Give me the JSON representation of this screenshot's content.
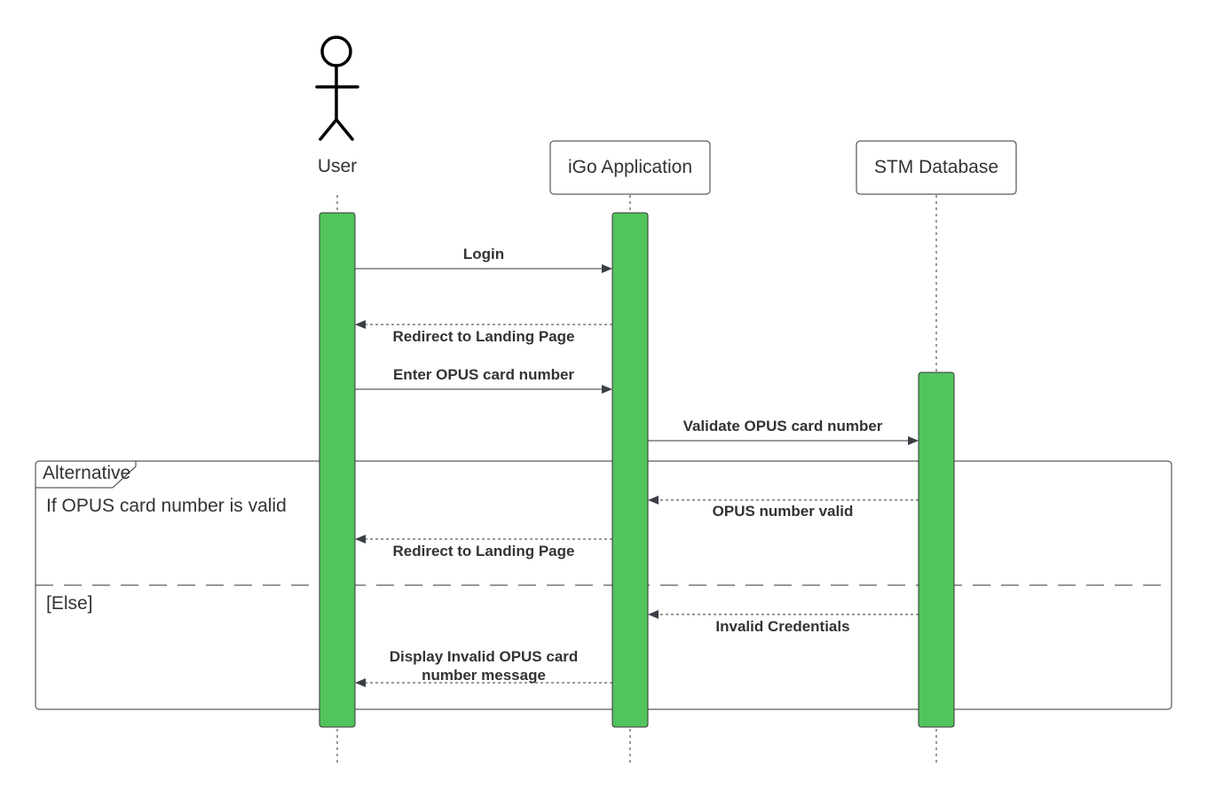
{
  "participants": {
    "user": {
      "label": "User"
    },
    "igo": {
      "label": "iGo Application"
    },
    "stm": {
      "label": "STM Database"
    }
  },
  "messages": [
    {
      "label": "Login"
    },
    {
      "label": "Redirect to Landing Page"
    },
    {
      "label": "Enter OPUS card number"
    },
    {
      "label": "Validate OPUS card number"
    },
    {
      "label": "OPUS number valid"
    },
    {
      "label": "Redirect to Landing Page"
    },
    {
      "label": "Invalid Credentials"
    },
    {
      "line1": "Display Invalid OPUS card",
      "line2": "number message"
    }
  ],
  "frame": {
    "label": "Alternative",
    "condition": "If OPUS card number is valid",
    "else_label": "[Else]"
  },
  "colors": {
    "activation": "#52c45c",
    "stroke": "#333333"
  }
}
